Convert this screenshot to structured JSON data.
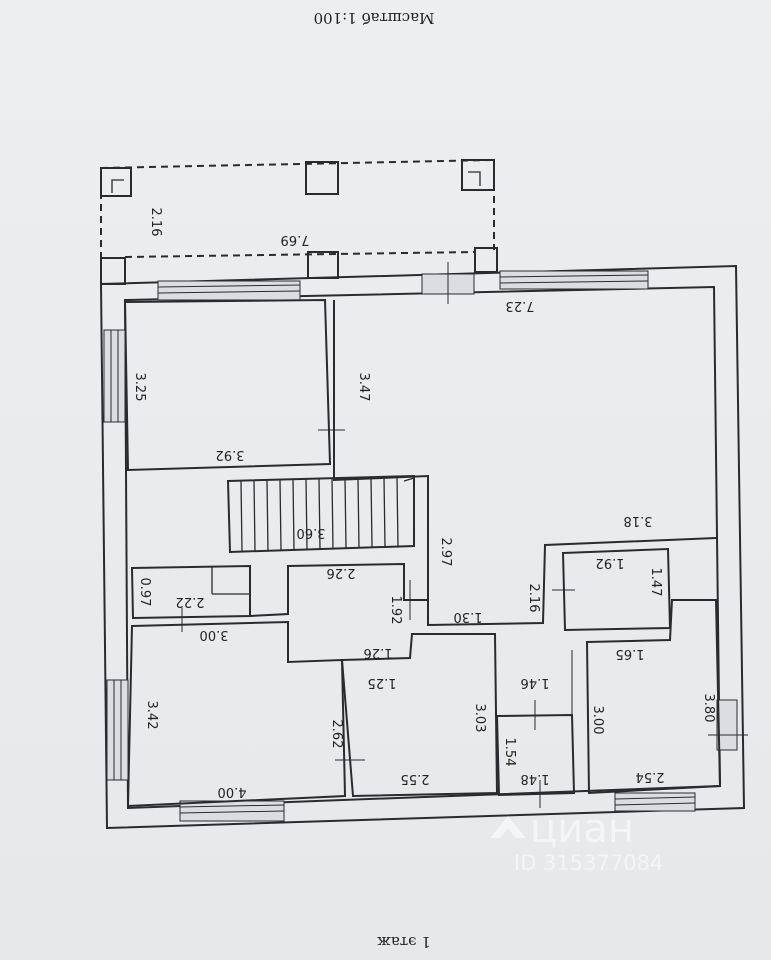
{
  "scale_label": "Масштаб 1:100",
  "floor_label": "1 этаж",
  "watermark": {
    "brand": "циан",
    "id_text": "ID 315377084"
  },
  "dimensions": {
    "terrace_depth": "2.16",
    "terrace_width": "7.69",
    "living_width": "7.23",
    "living_height": "3.47",
    "living_depth": "3.18",
    "room_nw_height": "3.25",
    "room_nw_width": "3.92",
    "stair_width": "3.60",
    "stair_height": "2.97",
    "hall_width": "2.26",
    "hall_height": "1.92",
    "closet_height": "0.97",
    "closet_width": "2.22",
    "room_sw_top": "3.00",
    "room_sw_height": "3.42",
    "room_sw_width": "4.00",
    "corridor_width": "1.30",
    "corridor_a": "1.26",
    "bath_width": "1.25",
    "bath_height_left": "2.62",
    "bath_height_right": "3.03",
    "bath_bottom": "2.55",
    "store_width": "1.92",
    "store_height": "1.47",
    "store_left": "2.16",
    "wc_width": "1.46",
    "wc_height": "1.54",
    "wc_bottom": "1.48",
    "room_se_top": "1.65",
    "room_se_height": "3.00",
    "room_se_right": "3.80",
    "room_se_width": "2.54"
  }
}
